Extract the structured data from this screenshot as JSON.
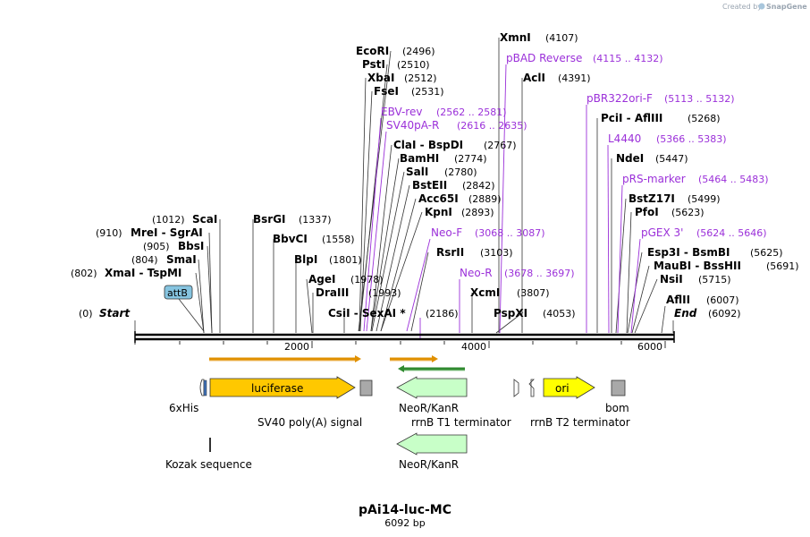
{
  "credit": {
    "prefix": "Created by",
    "brand": "SnapGene"
  },
  "plasmid": {
    "name": "pAi14-luc-MC",
    "length": "6092 bp"
  },
  "ruler": {
    "ticks": [
      "2000",
      "4000",
      "6000"
    ]
  },
  "sites": [
    {
      "name": "XmnI",
      "pos": "(4107)"
    },
    {
      "name": "EcoRI",
      "pos": "(2496)"
    },
    {
      "name": "PstI",
      "pos": "(2510)"
    },
    {
      "name": "XbaI",
      "pos": "(2512)"
    },
    {
      "name": "FseI",
      "pos": "(2531)"
    },
    {
      "name": "AclI",
      "pos": "(4391)"
    },
    {
      "name": "ClaI - BspDI",
      "pos": "(2767)"
    },
    {
      "name": "BamHI",
      "pos": "(2774)"
    },
    {
      "name": "SalI",
      "pos": "(2780)"
    },
    {
      "name": "BstEII",
      "pos": "(2842)"
    },
    {
      "name": "Acc65I",
      "pos": "(2889)"
    },
    {
      "name": "KpnI",
      "pos": "(2893)"
    },
    {
      "name": "PciI - AflIII",
      "pos": "(5268)"
    },
    {
      "name": "NdeI",
      "pos": "(5447)"
    },
    {
      "name": "BstZ17I",
      "pos": "(5499)"
    },
    {
      "name": "PfoI",
      "pos": "(5623)"
    },
    {
      "name": "ScaI",
      "pos": "(1012)"
    },
    {
      "name": "BsrGI",
      "pos": "(1337)"
    },
    {
      "name": "MreI - SgrAI",
      "pos": "(910)"
    },
    {
      "name": "BbvCI",
      "pos": "(1558)"
    },
    {
      "name": "BbsI",
      "pos": "(905)"
    },
    {
      "name": "SmaI",
      "pos": "(804)"
    },
    {
      "name": "BlpI",
      "pos": "(1801)"
    },
    {
      "name": "XmaI - TspMI",
      "pos": "(802)"
    },
    {
      "name": "RsrII",
      "pos": "(3103)"
    },
    {
      "name": "AgeI",
      "pos": "(1978)"
    },
    {
      "name": "DraIII",
      "pos": "(1993)"
    },
    {
      "name": "XcmI",
      "pos": "(3807)"
    },
    {
      "name": "Esp3I - BsmBI",
      "pos": "(5625)"
    },
    {
      "name": "MauBI - BssHII",
      "pos": "(5691)"
    },
    {
      "name": "NsiI",
      "pos": "(5715)"
    },
    {
      "name": "AflII",
      "pos": "(6007)"
    },
    {
      "name": "CsiI - SexAI *",
      "pos": "(2186)"
    },
    {
      "name": "PspXI",
      "pos": "(4053)"
    }
  ],
  "primers": [
    {
      "name": "pBAD Reverse",
      "range": "(4115 .. 4132)"
    },
    {
      "name": "EBV-rev",
      "range": "(2562 .. 2581)"
    },
    {
      "name": "SV40pA-R",
      "range": "(2616 .. 2635)"
    },
    {
      "name": "pBR322ori-F",
      "range": "(5113 .. 5132)"
    },
    {
      "name": "L4440",
      "range": "(5366 .. 5383)"
    },
    {
      "name": "pRS-marker",
      "range": "(5464 .. 5483)"
    },
    {
      "name": "Neo-F",
      "range": "(3068 .. 3087)"
    },
    {
      "name": "pGEX 3'",
      "range": "(5624 .. 5646)"
    },
    {
      "name": "Neo-R",
      "range": "(3678 .. 3697)"
    }
  ],
  "ends": {
    "start_label": "Start",
    "start_pos": "(0)",
    "end_label": "End",
    "end_pos": "(6092)"
  },
  "features": {
    "attB": "attB",
    "luciferase": "luciferase",
    "sixhis": "6xHis",
    "sv40": "SV40 poly(A) signal",
    "neo1": "NeoR/KanR",
    "rrnbt1": "rrnB T1 terminator",
    "rrnbt2": "rrnB T2 terminator",
    "ori": "ori",
    "bom": "bom",
    "kozak": "Kozak sequence",
    "neo2": "NeoR/KanR"
  },
  "colors": {
    "primer": "#9b30d9",
    "luciferase": "#ffc800",
    "neo": "#c8ffc8",
    "ori": "#ffff00",
    "attB": "#86c4e0",
    "grey_feature": "#a9a9a9",
    "orange_orf": "#e09000",
    "green_orf": "#2f8a2f"
  }
}
